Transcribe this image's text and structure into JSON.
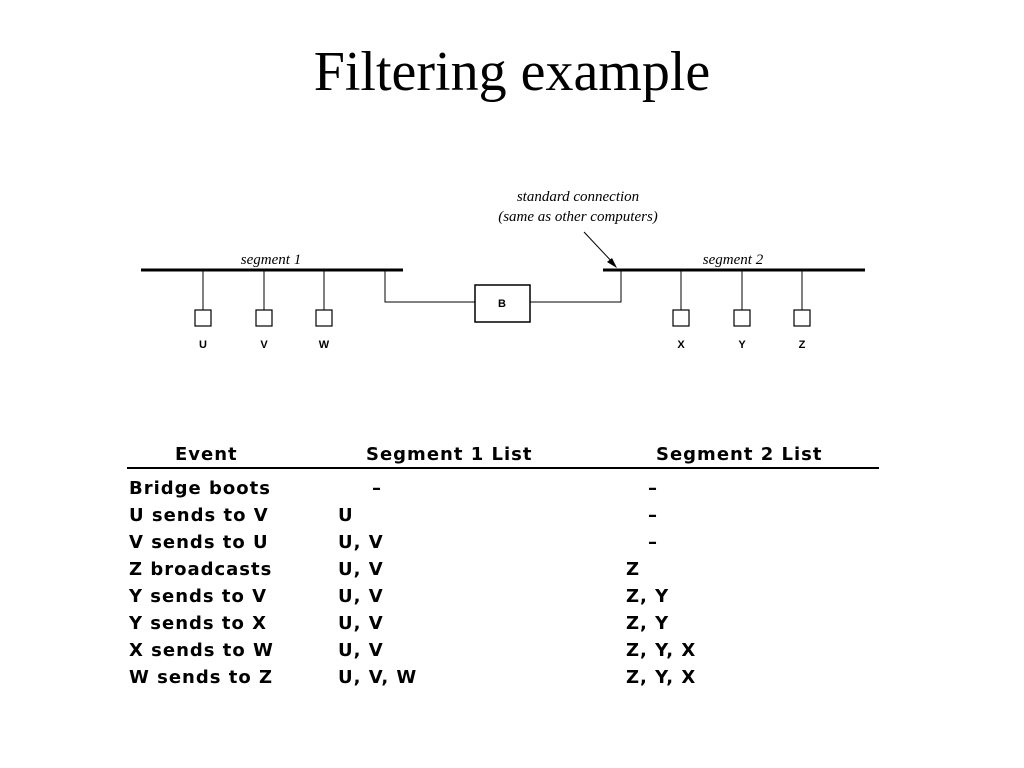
{
  "title": "Filtering example",
  "diagram": {
    "annotation_line1": "standard connection",
    "annotation_line2": "(same as other computers)",
    "segment1_label": "segment 1",
    "segment2_label": "segment 2",
    "bridge_label": "B",
    "hosts_segment1": [
      "U",
      "V",
      "W"
    ],
    "hosts_segment2": [
      "X",
      "Y",
      "Z"
    ]
  },
  "table": {
    "headers": [
      "Event",
      "Segment 1 List",
      "Segment 2 List"
    ],
    "rows": [
      [
        "Bridge boots",
        "–",
        "–"
      ],
      [
        "U sends to V",
        "U",
        "–"
      ],
      [
        "V sends to U",
        "U, V",
        "–"
      ],
      [
        "Z broadcasts",
        "U, V",
        "Z"
      ],
      [
        "Y sends to V",
        "U, V",
        "Z, Y"
      ],
      [
        "Y sends to X",
        "U, V",
        "Z, Y"
      ],
      [
        "X sends to W",
        "U, V",
        "Z, Y, X"
      ],
      [
        "W sends to Z",
        "U, V, W",
        "Z, Y, X"
      ]
    ]
  }
}
